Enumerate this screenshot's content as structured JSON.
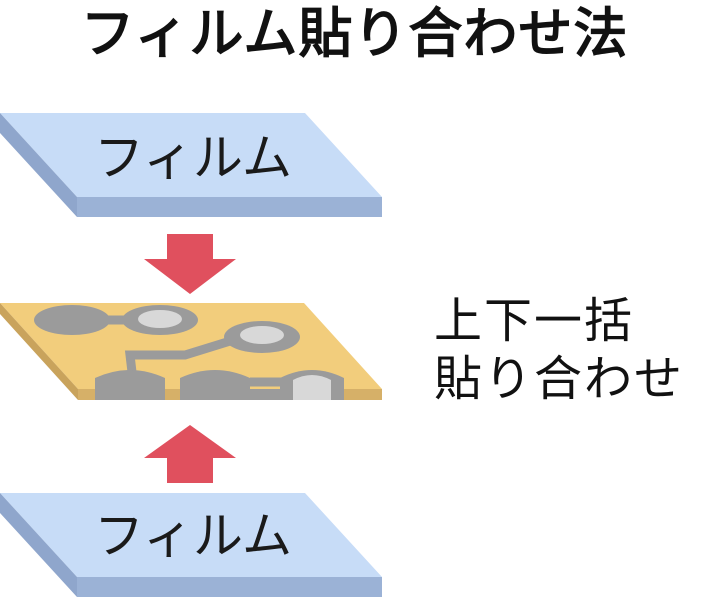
{
  "title": "フィルム貼り合わせ法",
  "film_top_label": "フィルム",
  "film_bottom_label": "フィルム",
  "side_label_line1": "上下一括",
  "side_label_line2": "貼り合わせ",
  "colors": {
    "film_top": "#c7dcf7",
    "film_side": "#9bb2d6",
    "board_top": "#f2cd7c",
    "board_side": "#d6b068",
    "pad": "#9b9b9b",
    "pad_hole": "#d8d8d8",
    "arrow": "#e0505e"
  }
}
